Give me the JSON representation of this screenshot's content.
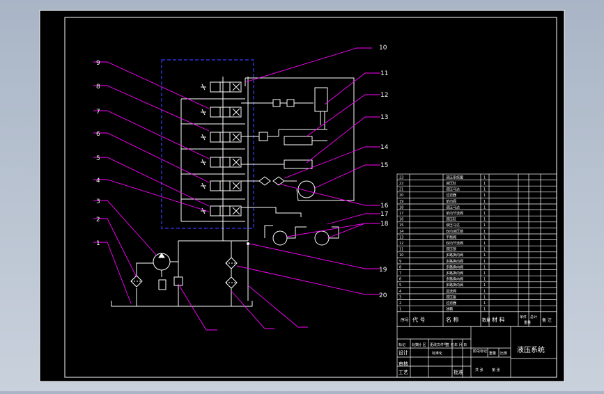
{
  "colors": {
    "background": "#000000",
    "frame": "#ffffff",
    "leader": "#ff00ff",
    "dashed_box": "#3a3aff",
    "hydraulic": "#ffffff",
    "ui_outer": "#b2bdcb"
  },
  "callouts": [
    "1",
    "2",
    "3",
    "4",
    "5",
    "6",
    "7",
    "8",
    "9",
    "10",
    "11",
    "12",
    "13",
    "14",
    "15",
    "16",
    "17",
    "18",
    "19",
    "20"
  ],
  "parts_table": {
    "rows": [
      {
        "no": "23",
        "name": "液压系统图",
        "qty": "1"
      },
      {
        "no": "22",
        "name": "液压缸",
        "qty": "1"
      },
      {
        "no": "21",
        "name": "液压马达",
        "qty": "1"
      },
      {
        "no": "20",
        "name": "过滤器",
        "qty": "1"
      },
      {
        "no": "19",
        "name": "单向阀",
        "qty": "1"
      },
      {
        "no": "18",
        "name": "液压马达",
        "qty": "1"
      },
      {
        "no": "17",
        "name": "单向节流阀",
        "qty": "1"
      },
      {
        "no": "16",
        "name": "液压缸",
        "qty": "1"
      },
      {
        "no": "15",
        "name": "液压马达",
        "qty": "1"
      },
      {
        "no": "14",
        "name": "双向液压锁",
        "qty": "1"
      },
      {
        "no": "13",
        "name": "平衡阀",
        "qty": "1"
      },
      {
        "no": "12",
        "name": "双向节流阀",
        "qty": "1"
      },
      {
        "no": "11",
        "name": "液压锁",
        "qty": "1"
      },
      {
        "no": "10",
        "name": "多路换向阀",
        "qty": "1"
      },
      {
        "no": "9",
        "name": "多路换向阀",
        "qty": "1"
      },
      {
        "no": "8",
        "name": "多路换向阀",
        "qty": "1"
      },
      {
        "no": "7",
        "name": "多路换向阀",
        "qty": "1"
      },
      {
        "no": "6",
        "name": "多路换向阀",
        "qty": "1"
      },
      {
        "no": "5",
        "name": "多路换向阀",
        "qty": "1"
      },
      {
        "no": "4",
        "name": "溢流阀",
        "qty": "1"
      },
      {
        "no": "3",
        "name": "液压泵",
        "qty": "1"
      },
      {
        "no": "2",
        "name": "过滤器",
        "qty": "1"
      },
      {
        "no": "1",
        "name": "油箱",
        "qty": "1"
      }
    ],
    "header": {
      "seq": "序号",
      "code": "代 号",
      "name": "名 称",
      "qty": "数量",
      "material": "材 料",
      "unit_weight": "单件",
      "total_weight": "总计",
      "weight": "重量",
      "remark": "备 注"
    }
  },
  "title_block": {
    "drawing_title": "液压系统",
    "row1": [
      "标记",
      "处数",
      "分 区",
      "更改文件号",
      "签 名",
      "年 月 日"
    ],
    "design": "设计",
    "standardization": "标准化",
    "stage_mark": "阶段标记",
    "weight": "重量",
    "scale": "比例",
    "review": "审核",
    "process": "工艺",
    "approve": "批准",
    "sheet_total": "共 张",
    "sheet_no": "第 张"
  }
}
